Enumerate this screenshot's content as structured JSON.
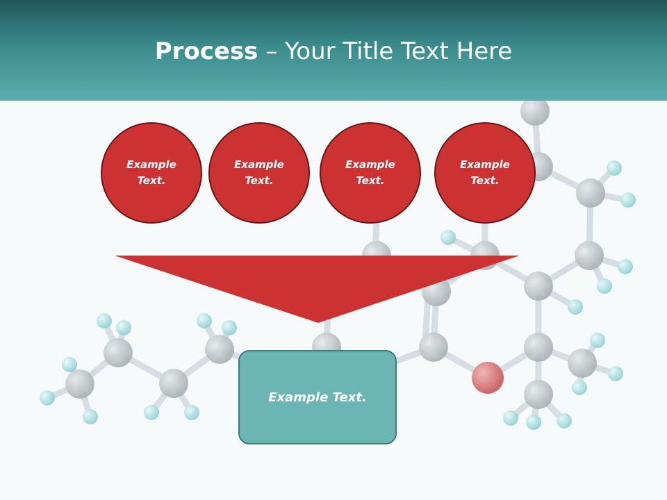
{
  "header": {
    "title_bold": "Process",
    "title_rest": " – Your Title Text Here"
  },
  "steps": [
    {
      "label": "Example Text."
    },
    {
      "label": "Example Text."
    },
    {
      "label": "Example Text."
    },
    {
      "label": "Example Text."
    }
  ],
  "result": {
    "label": "Example Text."
  },
  "colors": {
    "header_dark": "#22585a",
    "header_light": "#5aaeae",
    "circle_fill": "#cd3232",
    "circle_border": "#6a1515",
    "funnel_fill": "#cd3232",
    "box_fill": "#6bb5b5",
    "box_border": "#3f7a7b"
  }
}
